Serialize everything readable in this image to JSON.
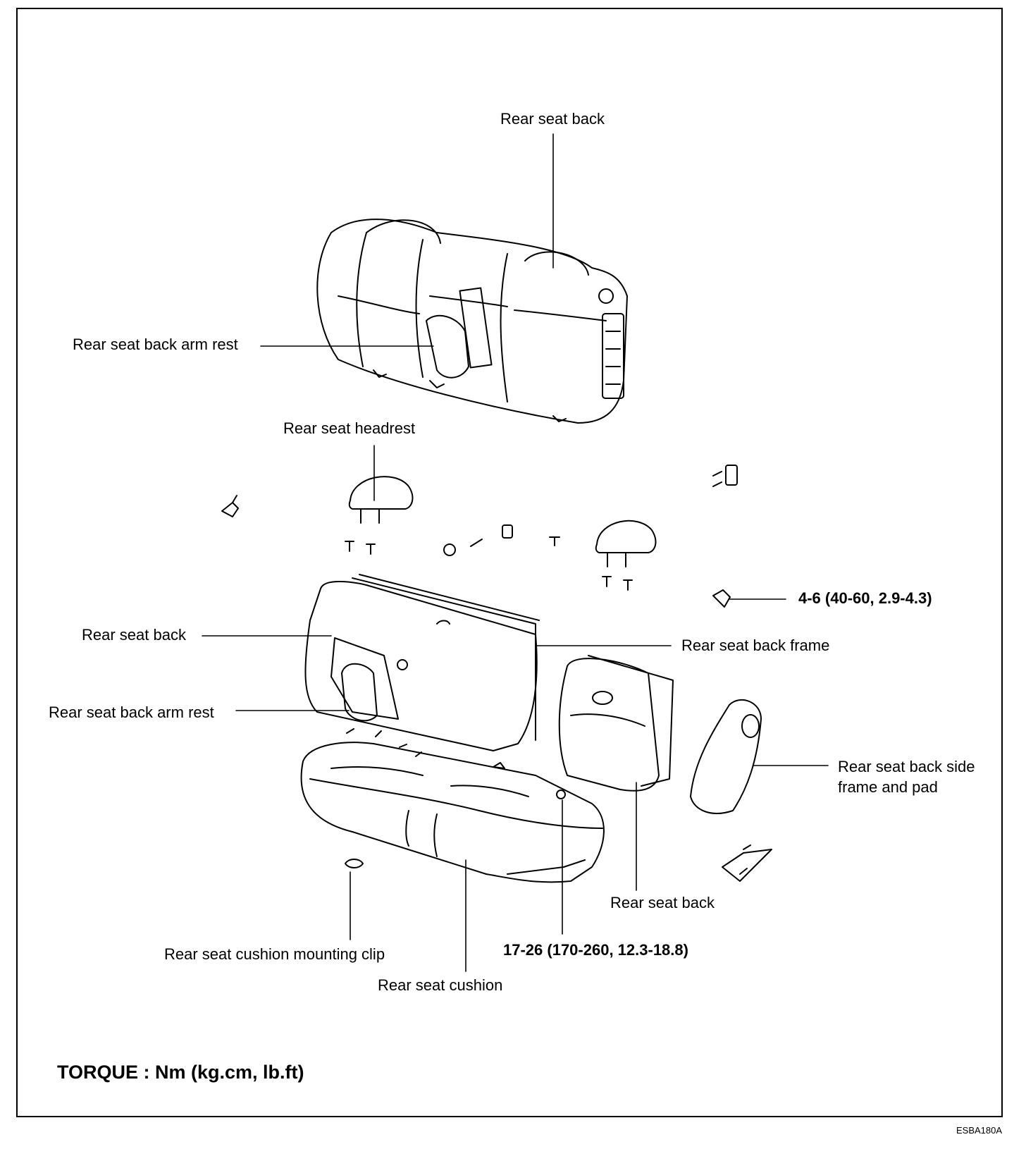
{
  "labels": {
    "seat_back_top": "Rear seat back",
    "arm_rest_top": "Rear seat back arm rest",
    "headrest": "Rear seat headrest",
    "torque_small": "4-6 (40-60, 2.9-4.3)",
    "seat_back_left": "Rear seat back",
    "seat_back_frame": "Rear seat back frame",
    "arm_rest_lower": "Rear seat back arm rest",
    "side_frame_line1": "Rear seat back side",
    "side_frame_line2": "frame and pad",
    "seat_back_bottom": "Rear seat back",
    "cushion_clip": "Rear seat cushion mounting clip",
    "torque_large": "17-26 (170-260, 12.3-18.8)",
    "cushion": "Rear seat cushion"
  },
  "torque_note": "TORQUE : Nm (kg.cm, lb.ft)",
  "figure_code": "ESBA180A"
}
